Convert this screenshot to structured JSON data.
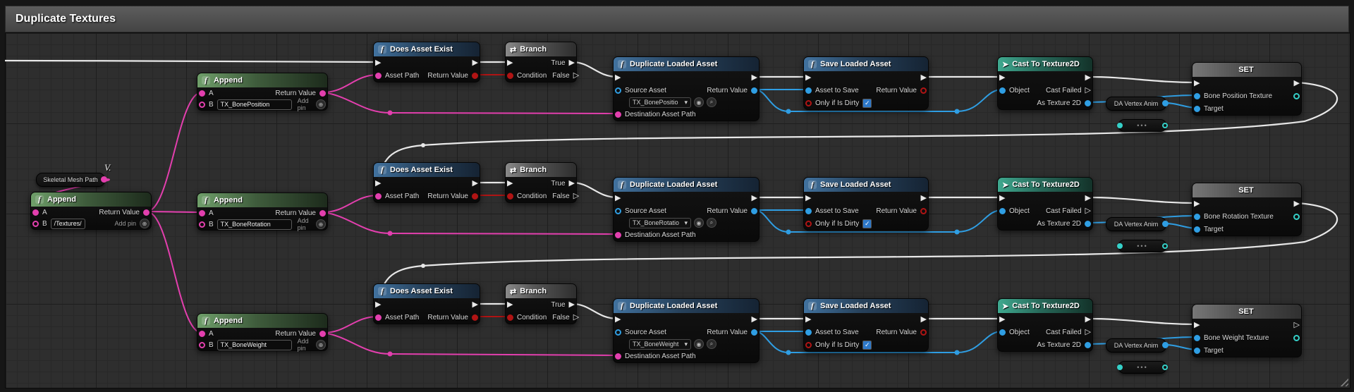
{
  "window": {
    "title": "Duplicate Textures"
  },
  "stray_label": "V.",
  "icons": {
    "function": "f",
    "branch": "⇄",
    "cast": "➤",
    "exec_filled": "▶",
    "exec_hollow": "▷",
    "add_pin": "⊕",
    "dropdown": "▾",
    "check": "✓",
    "use_asset": "◉",
    "browse": "⌕",
    "dots": "•••"
  },
  "colors": {
    "exec_pin": "#e8e8e8",
    "string_pin": "#e33fae",
    "bool_pin": "#b01414",
    "object_pin": "#2f9ee3",
    "texture_pin": "#35d0c8"
  },
  "variables": {
    "skeletal_mesh_path": "Skeletal Mesh Path"
  },
  "append_root": {
    "title": "Append",
    "a_label": "A",
    "return_label": "Return Value",
    "b_label": "B",
    "b_value": "/Textures/",
    "add_pin_label": "Add pin"
  },
  "rows": [
    {
      "append": {
        "title": "Append",
        "a_label": "A",
        "return_label": "Return Value",
        "b_label": "B",
        "b_value": "TX_BonePosition",
        "add_pin_label": "Add pin"
      },
      "does_asset_exist": {
        "title": "Does Asset Exist",
        "asset_path_label": "Asset Path",
        "return_label": "Return Value"
      },
      "branch": {
        "title": "Branch",
        "condition_label": "Condition",
        "true_label": "True",
        "false_label": "False"
      },
      "duplicate_loaded_asset": {
        "title": "Duplicate Loaded Asset",
        "source_label": "Source Asset",
        "source_value": "TX_BonePositio",
        "return_label": "Return Value",
        "destination_label": "Destination Asset Path"
      },
      "save_loaded_asset": {
        "title": "Save Loaded Asset",
        "asset_to_save_label": "Asset to Save",
        "only_if_dirty_label": "Only if Is Dirty",
        "return_label": "Return Value"
      },
      "cast": {
        "title": "Cast To Texture2D",
        "object_label": "Object",
        "cast_failed_label": "Cast Failed",
        "as_texture_label": "As Texture 2D"
      },
      "da_vertex_anim": {
        "label": "DA Vertex Anim"
      },
      "set": {
        "title": "SET",
        "variable_label": "Bone Position Texture",
        "target_label": "Target"
      }
    },
    {
      "append": {
        "title": "Append",
        "a_label": "A",
        "return_label": "Return Value",
        "b_label": "B",
        "b_value": "TX_BoneRotation",
        "add_pin_label": "Add pin"
      },
      "does_asset_exist": {
        "title": "Does Asset Exist",
        "asset_path_label": "Asset Path",
        "return_label": "Return Value"
      },
      "branch": {
        "title": "Branch",
        "condition_label": "Condition",
        "true_label": "True",
        "false_label": "False"
      },
      "duplicate_loaded_asset": {
        "title": "Duplicate Loaded Asset",
        "source_label": "Source Asset",
        "source_value": "TX_BoneRotatio",
        "return_label": "Return Value",
        "destination_label": "Destination Asset Path"
      },
      "save_loaded_asset": {
        "title": "Save Loaded Asset",
        "asset_to_save_label": "Asset to Save",
        "only_if_dirty_label": "Only if Is Dirty",
        "return_label": "Return Value"
      },
      "cast": {
        "title": "Cast To Texture2D",
        "object_label": "Object",
        "cast_failed_label": "Cast Failed",
        "as_texture_label": "As Texture 2D"
      },
      "da_vertex_anim": {
        "label": "DA Vertex Anim"
      },
      "set": {
        "title": "SET",
        "variable_label": "Bone Rotation Texture",
        "target_label": "Target"
      }
    },
    {
      "append": {
        "title": "Append",
        "a_label": "A",
        "return_label": "Return Value",
        "b_label": "B",
        "b_value": "TX_BoneWeight",
        "add_pin_label": "Add pin"
      },
      "does_asset_exist": {
        "title": "Does Asset Exist",
        "asset_path_label": "Asset Path",
        "return_label": "Return Value"
      },
      "branch": {
        "title": "Branch",
        "condition_label": "Condition",
        "true_label": "True",
        "false_label": "False"
      },
      "duplicate_loaded_asset": {
        "title": "Duplicate Loaded Asset",
        "source_label": "Source Asset",
        "source_value": "TX_BoneWeight",
        "return_label": "Return Value",
        "destination_label": "Destination Asset Path"
      },
      "save_loaded_asset": {
        "title": "Save Loaded Asset",
        "asset_to_save_label": "Asset to Save",
        "only_if_dirty_label": "Only if Is Dirty",
        "return_label": "Return Value"
      },
      "cast": {
        "title": "Cast To Texture2D",
        "object_label": "Object",
        "cast_failed_label": "Cast Failed",
        "as_texture_label": "As Texture 2D"
      },
      "da_vertex_anim": {
        "label": "DA Vertex Anim"
      },
      "set": {
        "title": "SET",
        "variable_label": "Bone Weight Texture",
        "target_label": "Target"
      }
    }
  ]
}
